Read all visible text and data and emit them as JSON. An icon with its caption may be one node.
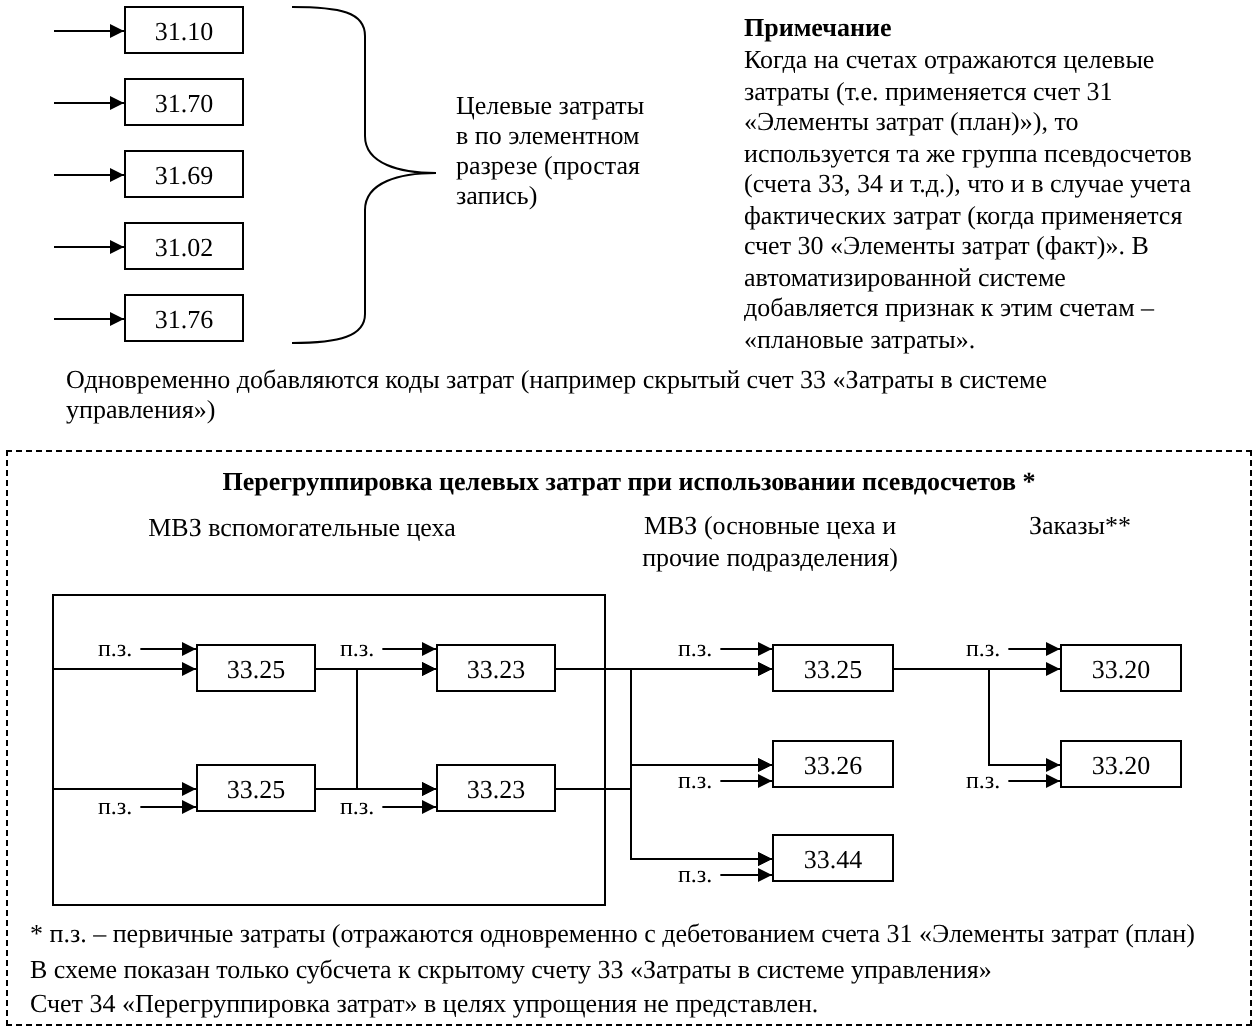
{
  "diagram": {
    "nodes": [
      {
        "text": [
          "31.10"
        ]
      },
      {
        "text": [
          "31.70"
        ]
      },
      {
        "text": [
          "31.69"
        ]
      },
      {
        "text": [
          "31.02"
        ]
      },
      {
        "text": [
          "31.76"
        ]
      },
      {
        "text": [
          "Перегруппировка целевых затрат при использовании псевдосчетов *",
          "* п.з. – первичные затраты (отражаются одновременно с дебетованием счета 31 «Элементы затрат (план)",
          "В схеме показан только субсчета к скрытому счету 33 «Затраты в системе управления»",
          "Счет 34 «Перегруппировка затрат» в целях упрощения не представлен."
        ]
      },
      {
        "text": [
          "МВЗ вспомогательные цеха"
        ],
        "in": 5
      },
      {
        "text": [
          "33.25"
        ],
        "in": 6
      },
      {
        "text": [
          "33.23"
        ],
        "in": 6
      },
      {
        "text": [
          "33.25"
        ],
        "in": 6
      },
      {
        "text": [
          "33.23"
        ],
        "in": 6
      },
      {
        "text": [
          "33.25"
        ],
        "in": 5
      },
      {
        "text": [
          "33.26"
        ],
        "in": 5
      },
      {
        "text": [
          "33.44"
        ],
        "in": 5
      },
      {
        "text": [
          "33.20"
        ],
        "in": 5
      },
      {
        "text": [
          "33.20"
        ],
        "in": 5
      },
      {
        "text": [
          "п.з."
        ],
        "in": 6
      },
      {
        "text": [
          "п.з."
        ],
        "in": 6
      },
      {
        "text": [
          "п.з."
        ],
        "in": 6
      },
      {
        "text": [
          "п.з."
        ],
        "in": 6
      },
      {
        "text": [
          "п.з."
        ],
        "in": 5
      },
      {
        "text": [
          "п.з."
        ],
        "in": 5
      },
      {
        "text": [
          "п.з."
        ],
        "in": 5
      },
      {
        "text": [
          "п.з."
        ],
        "in": 5
      },
      {
        "text": [
          "п.з."
        ],
        "in": 5
      }
    ],
    "edges": [
      {
        "from": null,
        "to": 0,
        "arrow": "to"
      },
      {
        "from": null,
        "to": 1,
        "arrow": "to"
      },
      {
        "from": null,
        "to": 2,
        "arrow": "to"
      },
      {
        "from": null,
        "to": 3,
        "arrow": "to"
      },
      {
        "from": null,
        "to": 4,
        "arrow": "to"
      },
      {
        "from": 6,
        "to": 7,
        "arrow": "to"
      },
      {
        "from": 6,
        "to": 9,
        "arrow": "to"
      },
      {
        "from": 7,
        "to": 8,
        "arrow": "to"
      },
      {
        "from": 7,
        "to": 10,
        "arrow": "to"
      },
      {
        "from": 9,
        "to": 8,
        "arrow": "to"
      },
      {
        "from": 9,
        "to": 10,
        "arrow": "to"
      },
      {
        "from": 8,
        "to": 11,
        "arrow": "to"
      },
      {
        "from": 8,
        "to": 12,
        "arrow": "to"
      },
      {
        "from": 8,
        "to": 13,
        "arrow": "to"
      },
      {
        "from": 10,
        "to": 11,
        "arrow": "to"
      },
      {
        "from": 10,
        "to": 12,
        "arrow": "to"
      },
      {
        "from": 10,
        "to": 13,
        "arrow": "to"
      },
      {
        "from": 11,
        "to": 14,
        "arrow": "to"
      },
      {
        "from": 11,
        "to": 15,
        "arrow": "to"
      },
      {
        "from": 16,
        "to": 7,
        "arrow": "to"
      },
      {
        "from": 17,
        "to": 8,
        "arrow": "to"
      },
      {
        "from": 18,
        "to": 9,
        "arrow": "to"
      },
      {
        "from": 19,
        "to": 10,
        "arrow": "to"
      },
      {
        "from": 20,
        "to": 11,
        "arrow": "to"
      },
      {
        "from": 21,
        "to": 12,
        "arrow": "to"
      },
      {
        "from": 22,
        "to": 13,
        "arrow": "to"
      },
      {
        "from": 23,
        "to": 14,
        "arrow": "to"
      },
      {
        "from": 24,
        "to": 15,
        "arrow": "to"
      }
    ],
    "labels": [
      "Целевые затраты в по элементном разрезе (простая запись)",
      "Примечание",
      "Когда на счетах отражаются целевые затраты (т.е. применяется счет 31 «Элементы затрат (план)»), то используется та же группа псевдосчетов (счета 33, 34 и т.д.), что и в случае учета фактических затрат (когда применяется счет 30 «Элементы затрат (факт)». В автоматизированной системе добавляется признак к этим счетам – «плановые затраты».",
      "Одновременно добавляются коды затрат (например скрытый счет 33 «Затраты в системе управления»)",
      "МВЗ (основные цеха и прочие подразделения)",
      "Заказы**"
    ]
  }
}
